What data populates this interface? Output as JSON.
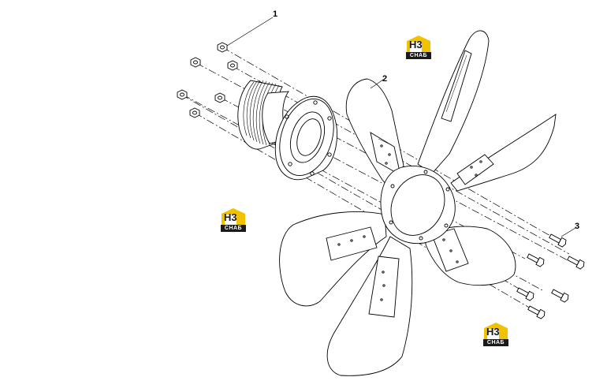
{
  "callouts": [
    {
      "id": "1",
      "label": "1"
    },
    {
      "id": "2",
      "label": "2"
    },
    {
      "id": "3",
      "label": "3"
    }
  ],
  "watermark": {
    "mark": "H3",
    "caption": "СНАБ",
    "accent": "#f2c200",
    "dark": "#1a1a1a"
  },
  "colors": {
    "line": "#000000",
    "blade_fill": "#ffffff",
    "background": "#ffffff"
  }
}
